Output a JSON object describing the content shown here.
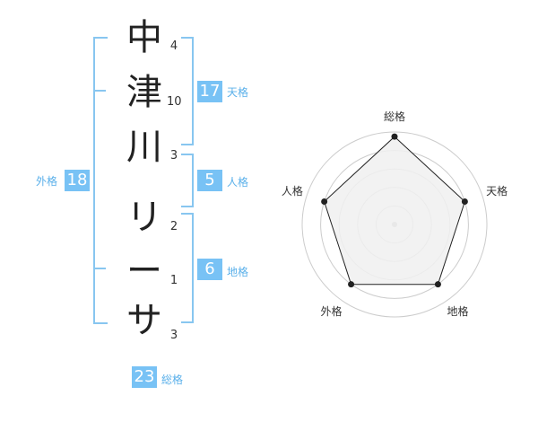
{
  "name": {
    "chars": [
      {
        "char": "中",
        "strokes": "4"
      },
      {
        "char": "津",
        "strokes": "10"
      },
      {
        "char": "川",
        "strokes": "3"
      },
      {
        "char": "リ",
        "strokes": "2"
      },
      {
        "char": "ー",
        "strokes": "1"
      },
      {
        "char": "サ",
        "strokes": "3"
      }
    ]
  },
  "fortunes": {
    "tenkaku": {
      "value": "17",
      "label": "天格"
    },
    "jinkaku": {
      "value": "5",
      "label": "人格"
    },
    "chikaku": {
      "value": "6",
      "label": "地格"
    },
    "gaikaku": {
      "value": "18",
      "label": "外格"
    },
    "soukaku": {
      "value": "23",
      "label": "総格"
    }
  },
  "chart_data": {
    "type": "radar",
    "axes": [
      "総格",
      "天格",
      "地格",
      "外格",
      "人格"
    ],
    "values": [
      0.95,
      0.8,
      0.8,
      0.8,
      0.8
    ],
    "range": [
      0,
      1
    ],
    "grid": true,
    "colors": {
      "fill": "#f0f0f0",
      "line": "#222222",
      "grid": "#cccccc"
    }
  }
}
